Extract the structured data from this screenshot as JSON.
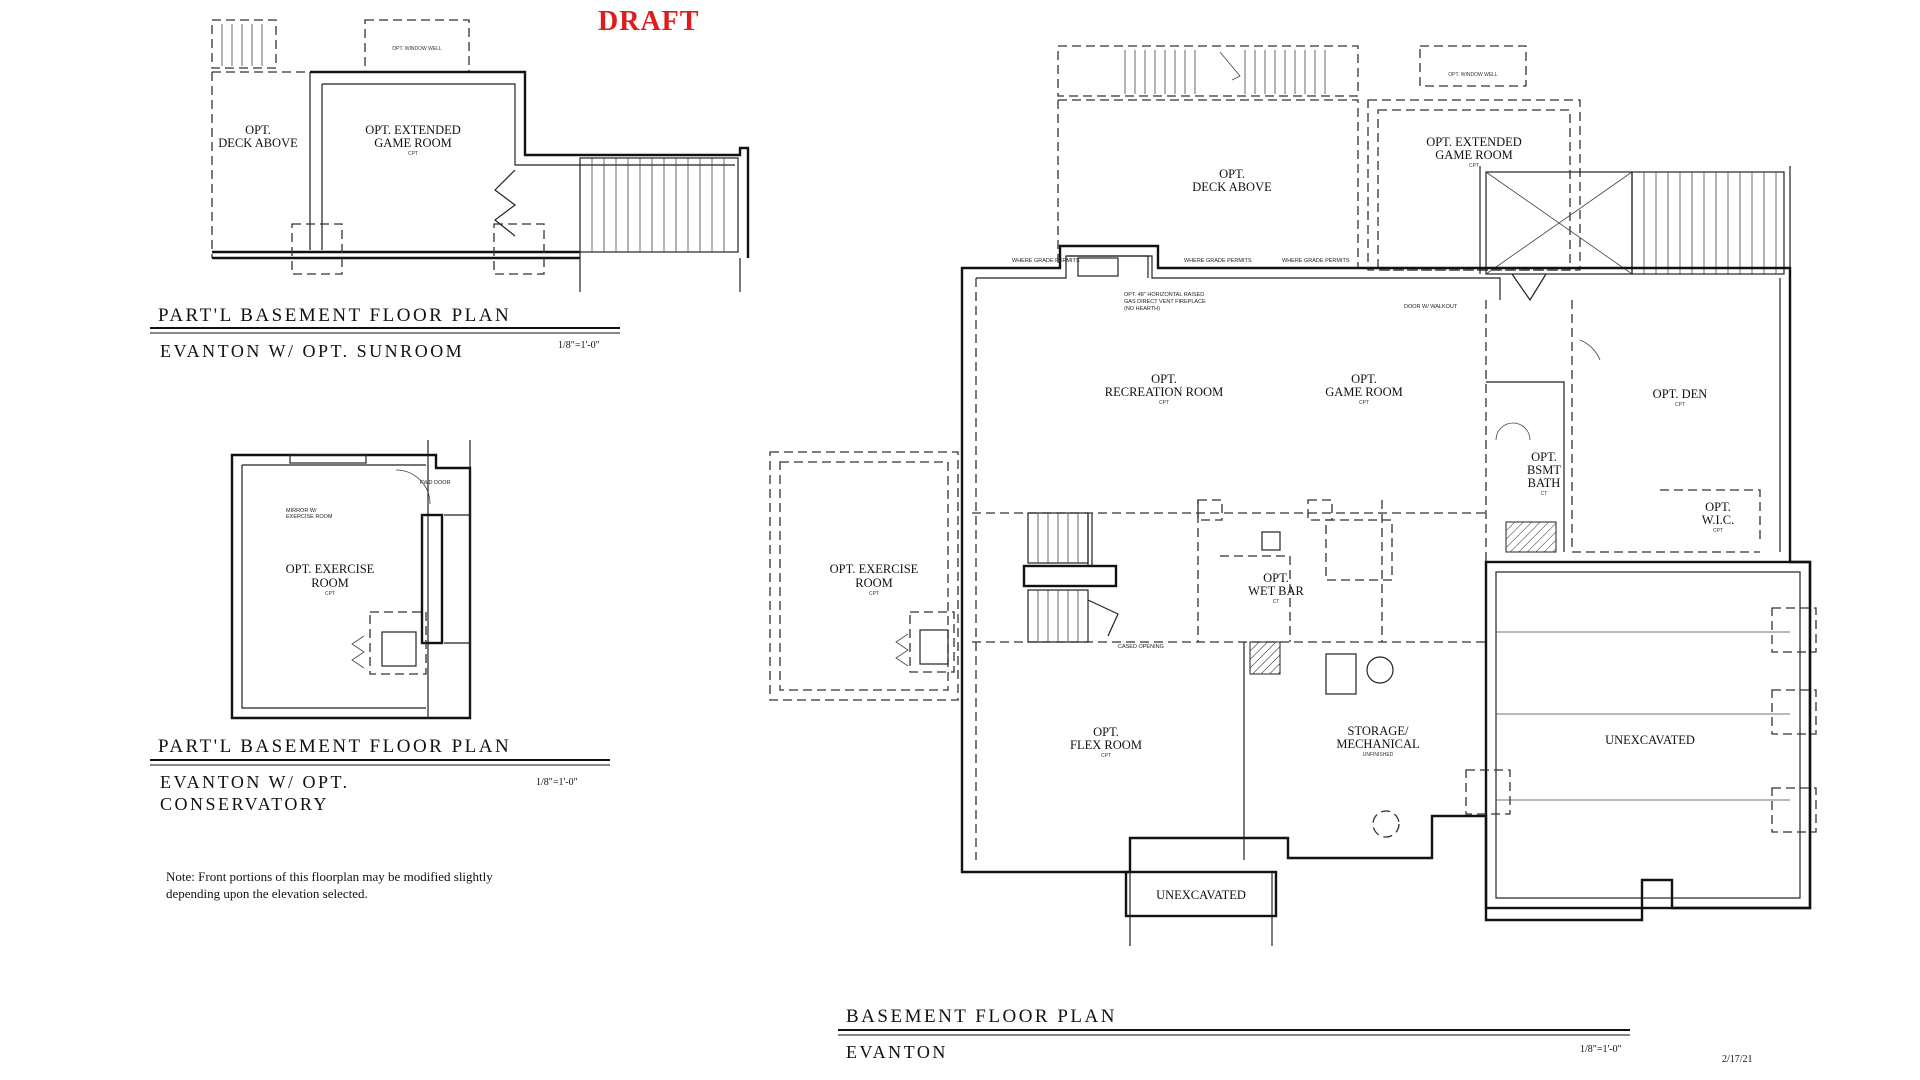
{
  "stamp": "DRAFT",
  "note": {
    "line1": "Note: Front portions of this floorplan may be modified slightly",
    "line2": "depending upon the elevation selected."
  },
  "date": "2/17/21",
  "plans": {
    "sunroom": {
      "title": "PART'L BASEMENT FLOOR PLAN",
      "subtitle": "EVANTON W/ OPT. SUNROOM",
      "scale": "1/8\"=1'-0\"",
      "rooms": {
        "deck_above_1": "OPT.",
        "deck_above_2": "DECK ABOVE",
        "ext_game_1": "OPT. EXTENDED",
        "ext_game_2": "GAME ROOM",
        "ext_game_sub": "CPT",
        "window_well": "OPT. WINDOW WELL"
      }
    },
    "conservatory": {
      "title": "PART'L BASEMENT FLOOR PLAN",
      "subtitle_1": "EVANTON W/ OPT.",
      "subtitle_2": "CONSERVATORY",
      "scale": "1/8\"=1'-0\"",
      "rooms": {
        "exercise_1": "OPT. EXERCISE",
        "exercise_2": "ROOM",
        "exercise_sub": "CPT",
        "mirror_note_1": "MIRROR W/",
        "mirror_note_2": "EXERCISE ROOM",
        "door_note": "FWD DOOR"
      }
    },
    "main": {
      "title": "BASEMENT FLOOR PLAN",
      "subtitle": "EVANTON",
      "scale": "1/8\"=1'-0\"",
      "rooms": {
        "deck_1": "OPT.",
        "deck_2": "DECK ABOVE",
        "ext_game_1": "OPT. EXTENDED",
        "ext_game_2": "GAME ROOM",
        "ext_game_sub": "CPT",
        "window_well": "OPT. WINDOW WELL",
        "rec_1": "OPT.",
        "rec_2": "RECREATION ROOM",
        "rec_sub": "CPT",
        "game_1": "OPT.",
        "game_2": "GAME ROOM",
        "game_sub": "CPT",
        "den_1": "OPT. DEN",
        "den_sub": "CPT",
        "bath_1": "OPT.",
        "bath_2": "BSMT",
        "bath_3": "BATH",
        "bath_sub": "CT",
        "wic_1": "OPT.",
        "wic_2": "W.I.C.",
        "wic_sub": "CPT",
        "wetbar_1": "OPT.",
        "wetbar_2": "WET BAR",
        "wetbar_sub": "CT",
        "exercise_1": "OPT. EXERCISE",
        "exercise_2": "ROOM",
        "exercise_sub": "CPT",
        "flex_1": "OPT.",
        "flex_2": "FLEX ROOM",
        "flex_sub": "CPT",
        "storage_1": "STORAGE/",
        "storage_2": "MECHANICAL",
        "storage_sub": "UNFINISHED",
        "unexc_1": "UNEXCAVATED",
        "unexc_2": "UNEXCAVATED",
        "grade_1": "WHERE GRADE PERMITS",
        "grade_2": "WHERE GRADE PERMITS",
        "grade_3": "WHERE GRADE PERMITS",
        "fireplace_1": "OPT. 48\" HORIZONTAL RAISED",
        "fireplace_2": "GAS DIRECT VENT FIREPLACE",
        "fireplace_3": "(NO HEARTH)",
        "door_walkout": "DOOR W/ WALKOUT",
        "cased_opening": "CASED OPENING"
      }
    }
  }
}
